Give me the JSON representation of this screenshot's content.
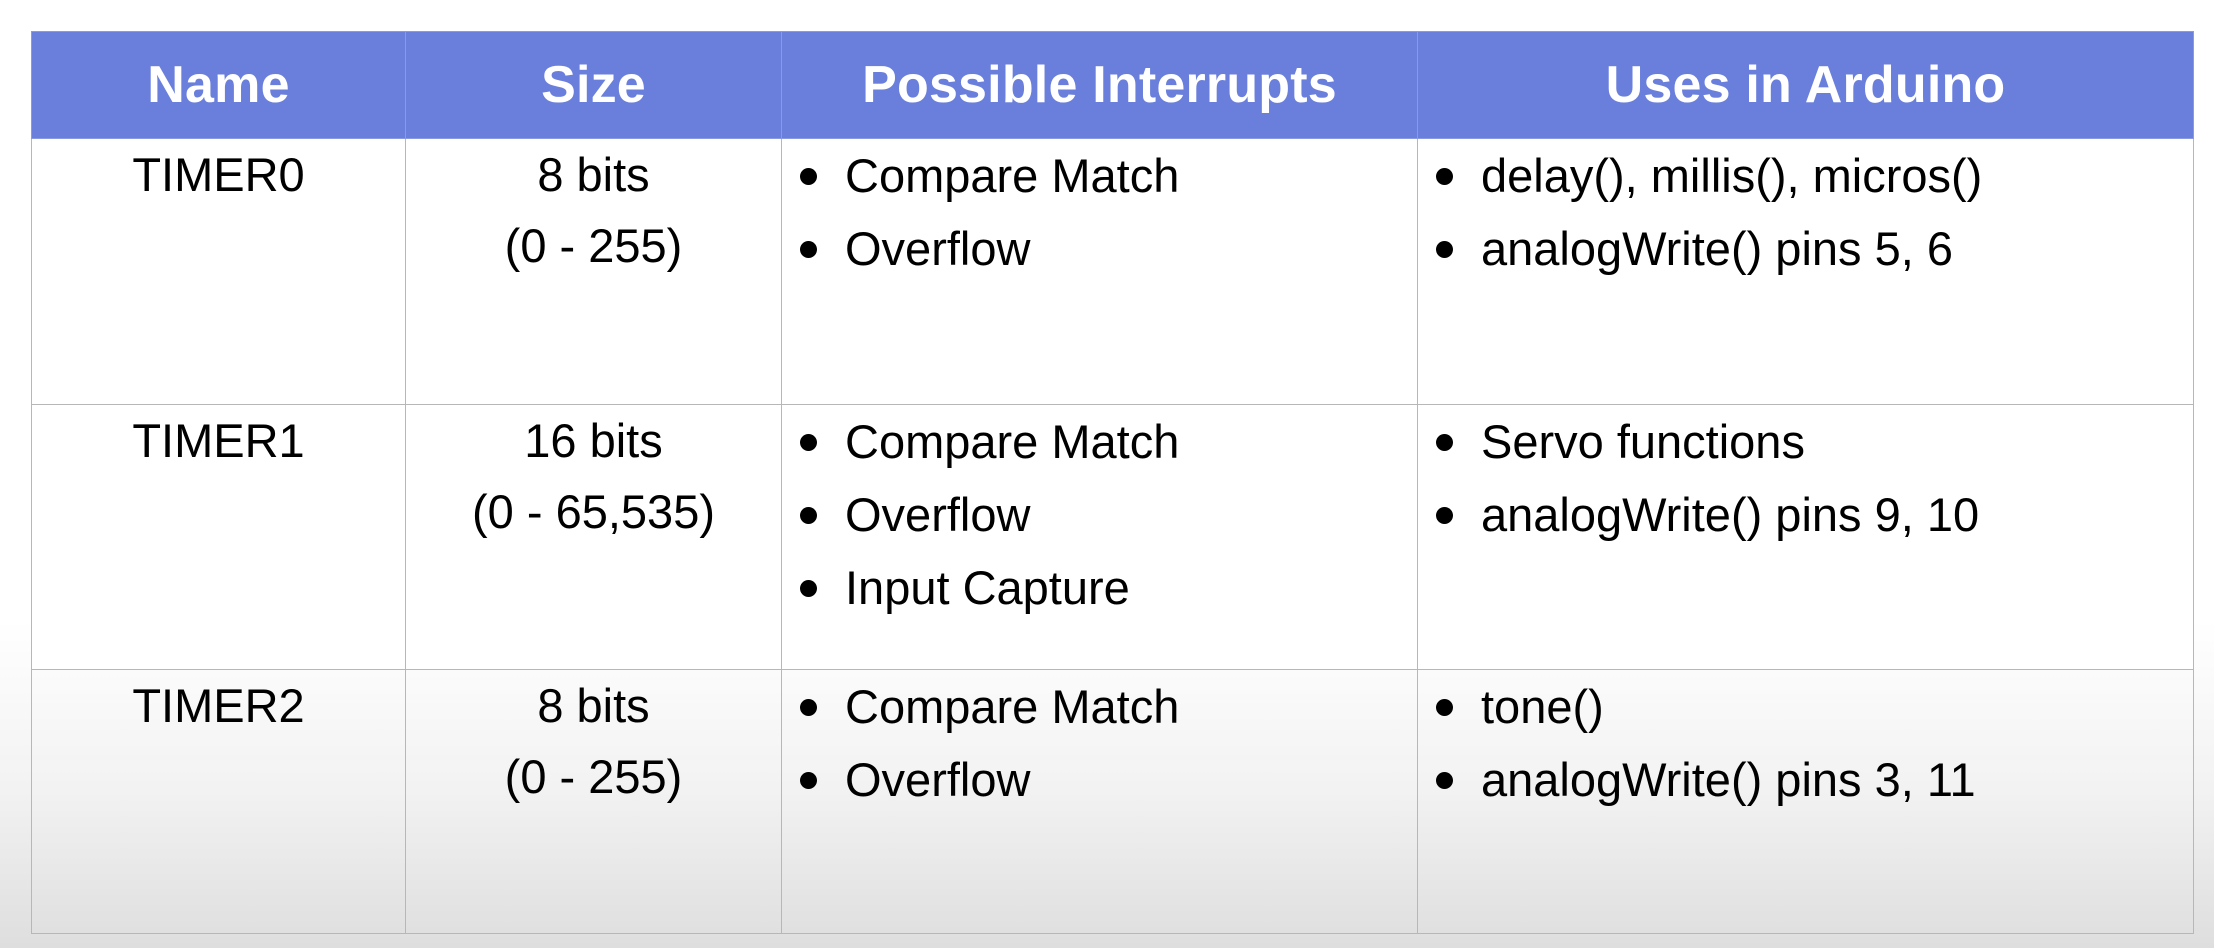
{
  "table": {
    "headers": [
      {
        "label": "Name",
        "name": "column-header-name"
      },
      {
        "label": "Size",
        "name": "column-header-size"
      },
      {
        "label": "Possible Interrupts",
        "name": "column-header-possible-interrupts"
      },
      {
        "label": "Uses in Arduino",
        "name": "column-header-uses-in-arduino"
      }
    ],
    "header_bg_color": "#6a7fdb",
    "header_text_color": "#ffffff",
    "border_color": "#b7b7b7",
    "rows": [
      {
        "name": "TIMER0",
        "size_line1": "8 bits",
        "size_line2": "(0 - 255)",
        "interrupts": [
          "Compare Match",
          "Overflow"
        ],
        "uses": [
          "delay(), millis(), micros()",
          "analogWrite() pins 5, 6"
        ]
      },
      {
        "name": "TIMER1",
        "size_line1": "16 bits",
        "size_line2": "(0 - 65,535)",
        "interrupts": [
          "Compare Match",
          "Overflow",
          "Input Capture"
        ],
        "uses": [
          "Servo functions",
          "analogWrite() pins 9, 10"
        ]
      },
      {
        "name": "TIMER2",
        "size_line1": "8 bits",
        "size_line2": "(0 - 255)",
        "interrupts": [
          "Compare Match",
          "Overflow"
        ],
        "uses": [
          "tone()",
          "analogWrite() pins 3, 11"
        ]
      }
    ]
  }
}
